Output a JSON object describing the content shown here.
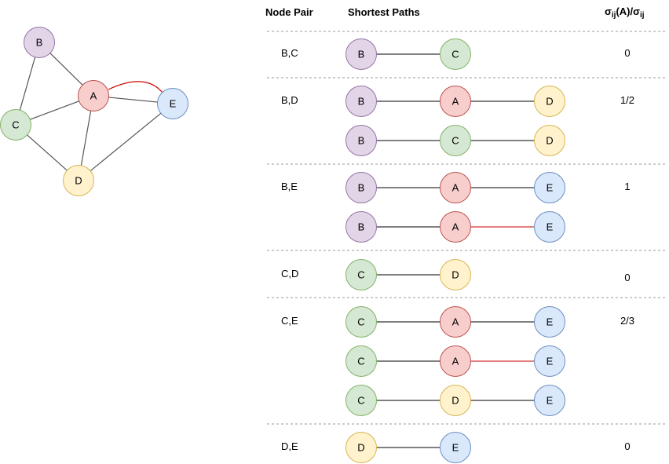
{
  "colors": {
    "A": {
      "fill": "#f8cecc",
      "stroke": "#b85450"
    },
    "B": {
      "fill": "#e1d5e7",
      "stroke": "#9673a6"
    },
    "C": {
      "fill": "#d5e8d4",
      "stroke": "#82b366"
    },
    "D": {
      "fill": "#fff2cc",
      "stroke": "#d6b656"
    },
    "E": {
      "fill": "#dae8fc",
      "stroke": "#6c8ebf"
    },
    "edge": "#555555",
    "highlight": "#cc0000",
    "path_line": "#000000",
    "divider": "#999999"
  },
  "graph": {
    "nodes": [
      {
        "id": "A",
        "label": "A"
      },
      {
        "id": "B",
        "label": "B"
      },
      {
        "id": "C",
        "label": "C"
      },
      {
        "id": "D",
        "label": "D"
      },
      {
        "id": "E",
        "label": "E"
      }
    ],
    "edges": [
      {
        "from": "B",
        "to": "A",
        "highlight": false
      },
      {
        "from": "B",
        "to": "C",
        "highlight": false
      },
      {
        "from": "C",
        "to": "A",
        "highlight": false
      },
      {
        "from": "A",
        "to": "E",
        "highlight": false
      },
      {
        "from": "A",
        "to": "E",
        "highlight": true,
        "curved": true
      },
      {
        "from": "A",
        "to": "D",
        "highlight": false
      },
      {
        "from": "C",
        "to": "D",
        "highlight": false
      },
      {
        "from": "D",
        "to": "E",
        "highlight": false
      }
    ]
  },
  "table": {
    "headers": {
      "pair": "Node Pair",
      "paths": "Shortest Paths",
      "ratio_main": "σ",
      "ratio_sub1": "ij",
      "ratio_mid": "(A)/σ",
      "ratio_sub2": "ij"
    },
    "groups": [
      {
        "pair": "B,C",
        "ratio": "0",
        "paths": [
          {
            "nodes": [
              "B",
              "C"
            ],
            "red": []
          }
        ]
      },
      {
        "pair": "B,D",
        "ratio": "1/2",
        "paths": [
          {
            "nodes": [
              "B",
              "A",
              "D"
            ],
            "red": []
          },
          {
            "nodes": [
              "B",
              "C",
              "D"
            ],
            "red": []
          }
        ]
      },
      {
        "pair": "B,E",
        "ratio": "1",
        "paths": [
          {
            "nodes": [
              "B",
              "A",
              "E"
            ],
            "red": []
          },
          {
            "nodes": [
              "B",
              "A",
              "E"
            ],
            "red": [
              1
            ]
          }
        ]
      },
      {
        "pair": "C,D",
        "ratio": "0",
        "paths": [
          {
            "nodes": [
              "C",
              "D"
            ],
            "red": []
          }
        ]
      },
      {
        "pair": "C,E",
        "ratio": "2/3",
        "paths": [
          {
            "nodes": [
              "C",
              "A",
              "E"
            ],
            "red": []
          },
          {
            "nodes": [
              "C",
              "A",
              "E"
            ],
            "red": [
              1
            ]
          },
          {
            "nodes": [
              "C",
              "D",
              "E"
            ],
            "red": []
          }
        ]
      },
      {
        "pair": "D,E",
        "ratio": "0",
        "paths": [
          {
            "nodes": [
              "D",
              "E"
            ],
            "red": []
          }
        ]
      }
    ]
  }
}
